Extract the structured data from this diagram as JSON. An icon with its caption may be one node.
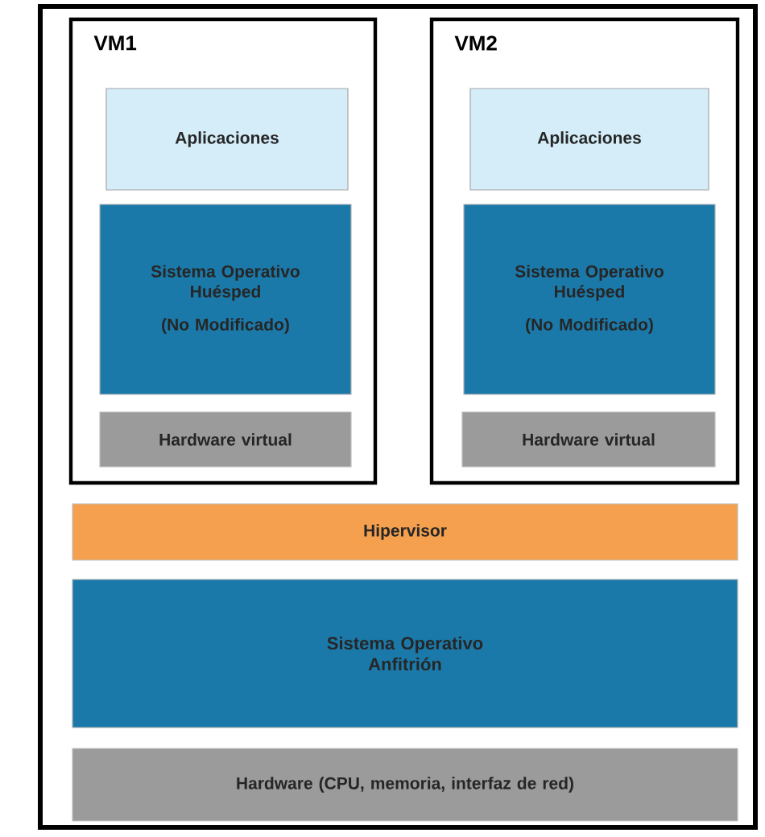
{
  "diagram": {
    "nodes": [
      {
        "text": [
          "VM1"
        ]
      },
      {
        "text": [
          "Aplicaciones"
        ],
        "in": 0
      },
      {
        "text": [
          "Sistema Operativo Huésped",
          "(No Modificado)"
        ],
        "in": 0
      },
      {
        "text": [
          "Hardware virtual"
        ],
        "in": 0
      },
      {
        "text": [
          "VM2"
        ]
      },
      {
        "text": [
          "Aplicaciones"
        ],
        "in": 4
      },
      {
        "text": [
          "Sistema Operativo Huésped",
          "(No Modificado)"
        ],
        "in": 4
      },
      {
        "text": [
          "Hardware virtual"
        ],
        "in": 4
      },
      {
        "text": [
          "Hipervisor"
        ]
      },
      {
        "text": [
          "Sistema Operativo Anfitrión"
        ]
      },
      {
        "text": [
          "Hardware (CPU, memoria, interfaz de red)"
        ]
      }
    ]
  }
}
